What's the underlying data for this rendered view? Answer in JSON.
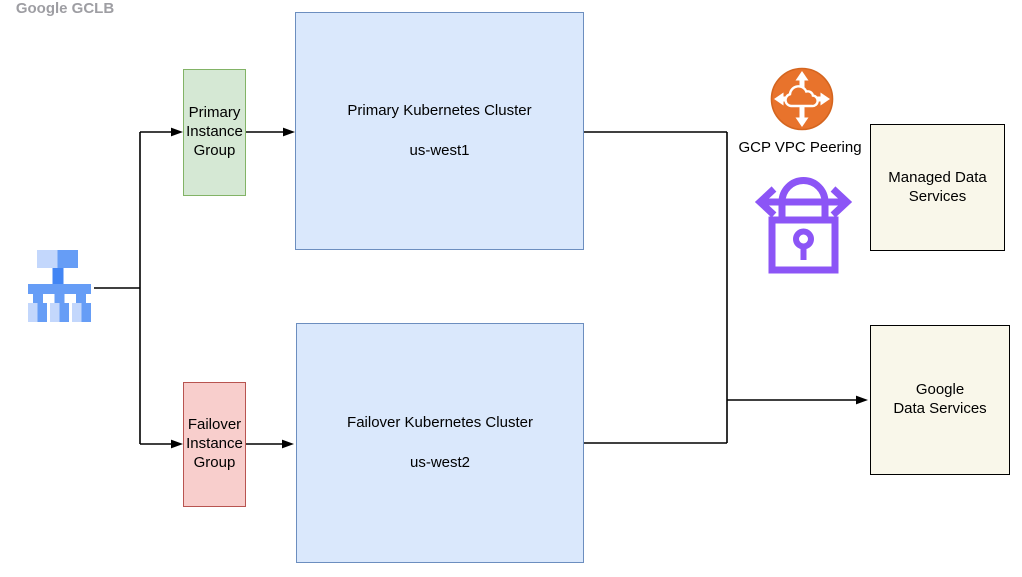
{
  "title": "GCP multi-region failover architecture diagram",
  "colors": {
    "cluster-fill": "#dae8fc",
    "cluster-border": "#6c8ebf",
    "primary-fill": "#d5e8d4",
    "primary-border": "#82b366",
    "failover-fill": "#f8cecc",
    "failover-border": "#b85450",
    "service-fill": "#f9f7ea",
    "service-border": "#000000",
    "connector": "#000000",
    "gclb-light": "#c3d7fc",
    "gclb-mid": "#669df6",
    "gclb-dark": "#4285f4",
    "gclb-label": "#9e9ea3",
    "peering-orange": "#e8732c",
    "peering-orange-rim": "#d4651f",
    "lock-purple": "#8c55f6"
  },
  "nodes": {
    "gclb": {
      "label": "Google GCLB",
      "icon": "load-balancer-icon"
    },
    "primary_instance_group": {
      "label": "Primary Instance Group"
    },
    "failover_instance_group": {
      "label": "Failover Instance Group"
    },
    "primary_cluster": {
      "title": "Primary Kubernetes Cluster",
      "region": "us-west1"
    },
    "failover_cluster": {
      "title": "Failover Kubernetes Cluster",
      "region": "us-west2"
    },
    "gcp_vpc_peering": {
      "label": "GCP VPC Peering",
      "icon": "cloud-router-arrows-icon"
    },
    "vpc_peering_lock": {
      "icon": "lock-bidirectional-arrow-icon"
    },
    "managed_data_services": {
      "label": "Managed Data\nServices"
    },
    "google_data_services": {
      "label": "Google\nData Services"
    }
  },
  "edges": [
    {
      "from": "Google GCLB",
      "to": "Primary Instance Group",
      "arrow": true
    },
    {
      "from": "Google GCLB",
      "to": "Failover Instance Group",
      "arrow": true
    },
    {
      "from": "Primary Instance Group",
      "to": "Primary Kubernetes Cluster",
      "arrow": true
    },
    {
      "from": "Failover Instance Group",
      "to": "Failover Kubernetes Cluster",
      "arrow": true
    },
    {
      "from": "Primary Kubernetes Cluster",
      "to": "Google Data Services",
      "arrow": true
    },
    {
      "from": "Failover Kubernetes Cluster",
      "to": "Google Data Services",
      "arrow": true
    }
  ]
}
